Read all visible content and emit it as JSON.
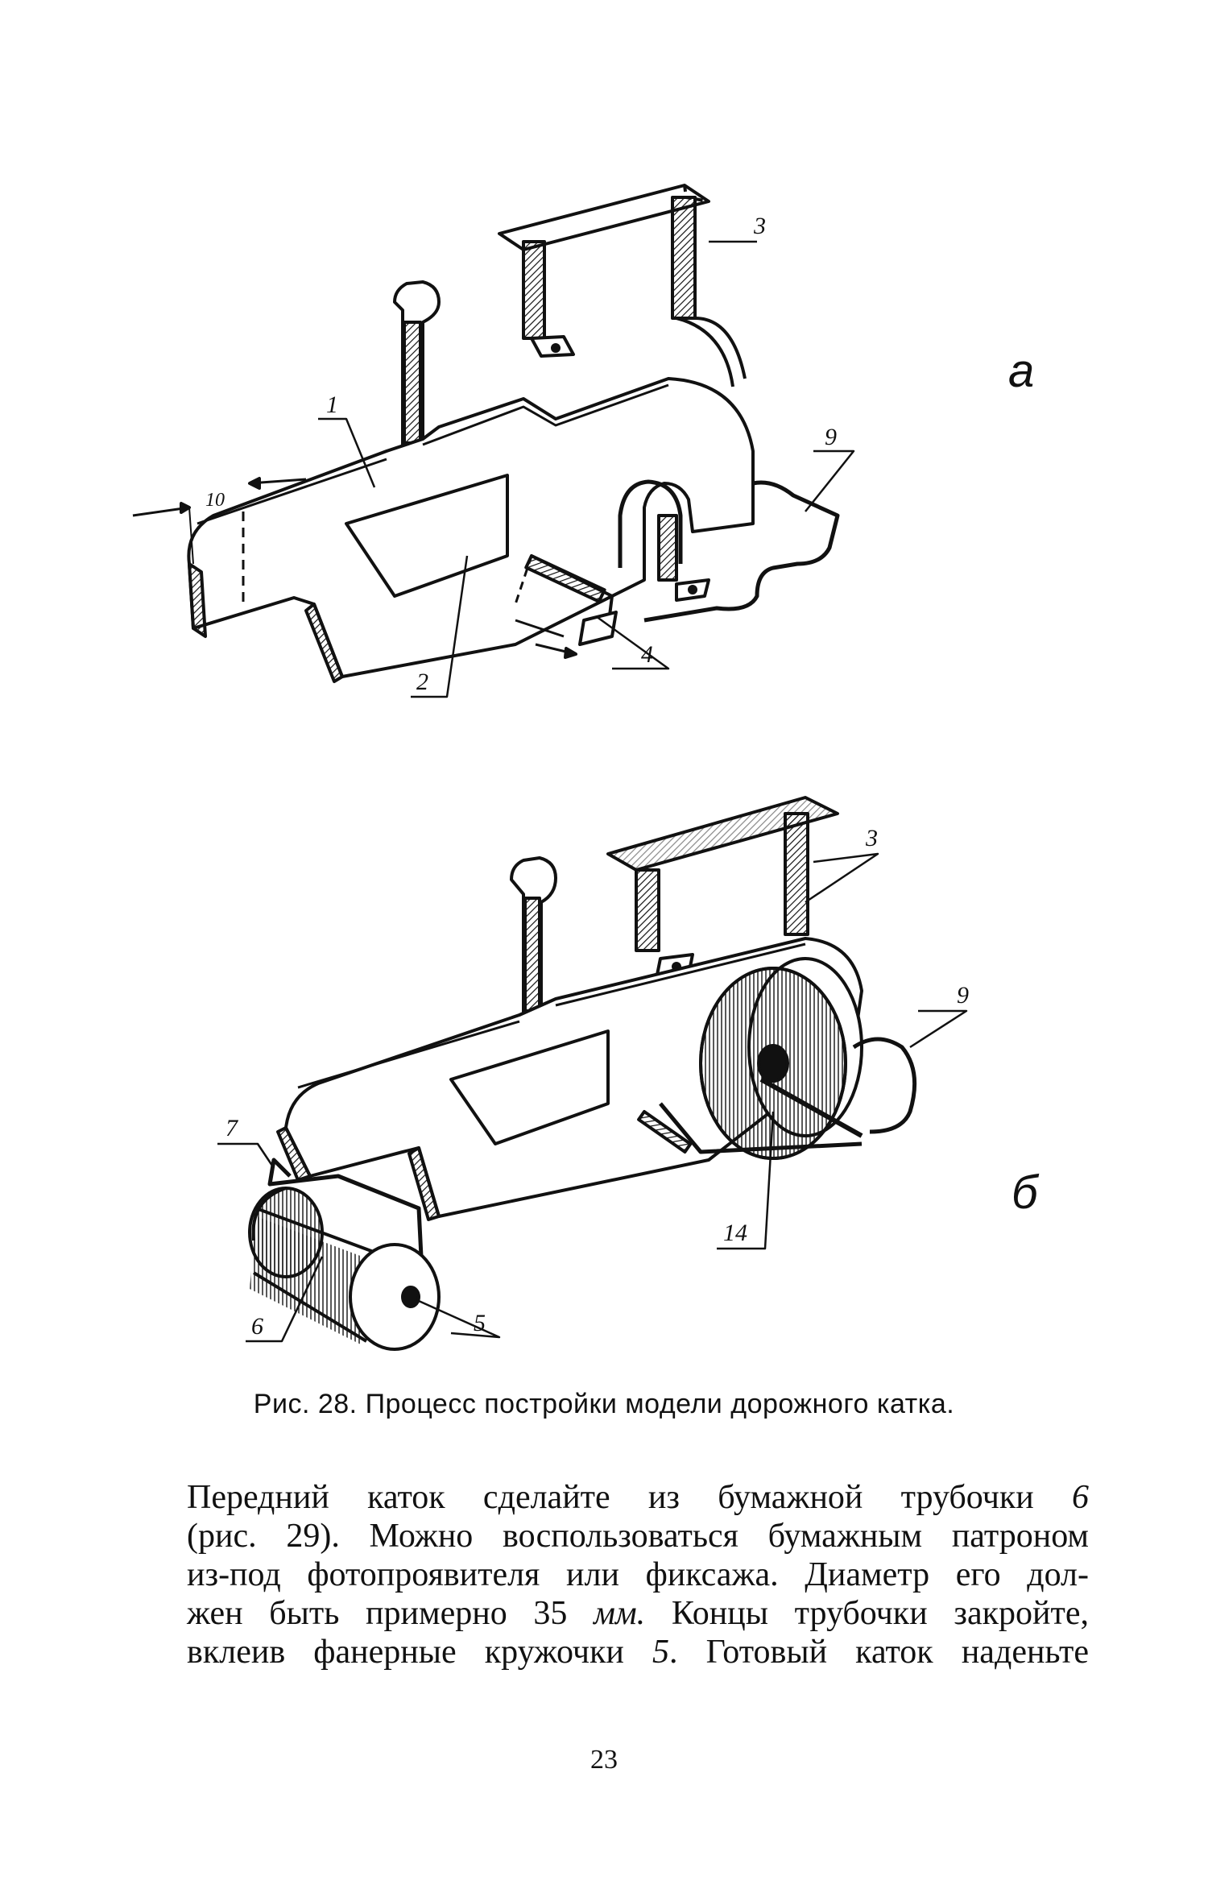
{
  "figure": {
    "panel_a": {
      "panel_label": "а",
      "callouts": [
        "1",
        "2",
        "3",
        "4",
        "9",
        "10"
      ]
    },
    "panel_b": {
      "panel_label": "б",
      "callouts": [
        "3",
        "5",
        "6",
        "7",
        "9",
        "14"
      ]
    },
    "caption": "Рис. 28. Процесс постройки модели  дорожного катка."
  },
  "body": {
    "lines": [
      {
        "parts": [
          {
            "text": "Передний каток сделайте из бумажной трубочки ",
            "italic": false
          },
          {
            "text": "6",
            "italic": true
          }
        ]
      },
      {
        "parts": [
          {
            "text": "(рис. 29). Можно воспользоваться бумажным патроном",
            "italic": false
          }
        ]
      },
      {
        "parts": [
          {
            "text": "из-под фотопроявителя или фиксажа. Диаметр его дол-",
            "italic": false
          }
        ]
      },
      {
        "parts": [
          {
            "text": "жен быть примерно 35 ",
            "italic": false
          },
          {
            "text": "мм.",
            "italic": true
          },
          {
            "text": " Концы трубочки закройте,",
            "italic": false
          }
        ]
      },
      {
        "parts": [
          {
            "text": "вклеив фанерные кружочки ",
            "italic": false
          },
          {
            "text": "5",
            "italic": true
          },
          {
            "text": ". Готовый каток наденьте",
            "italic": false
          }
        ]
      }
    ]
  },
  "page_number": "23"
}
